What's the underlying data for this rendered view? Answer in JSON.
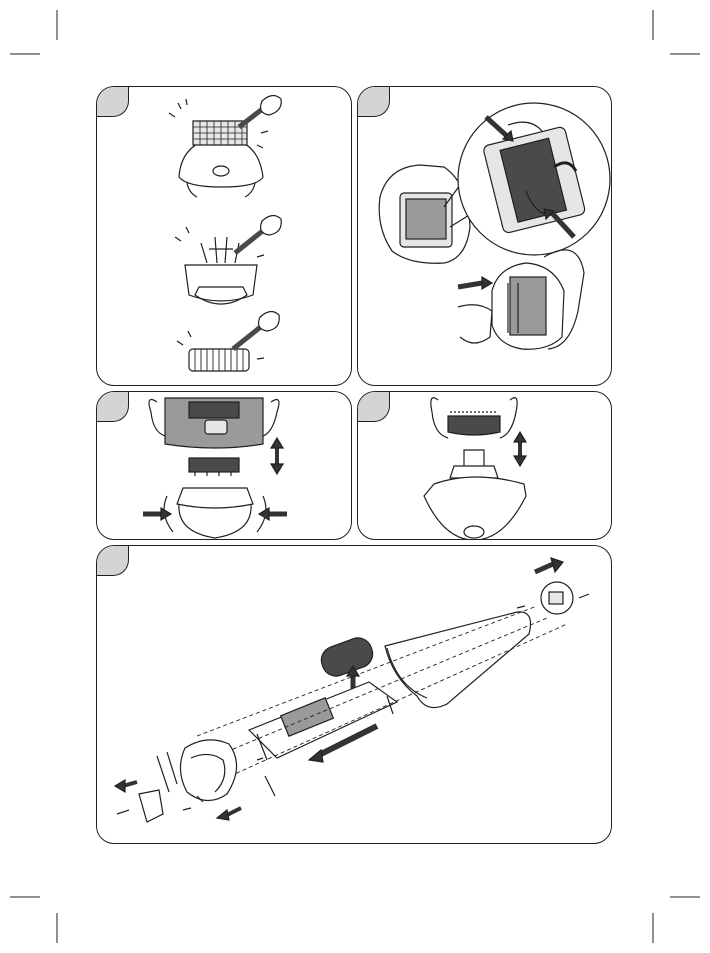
{
  "document": {
    "type": "illustrated-instruction-sheet",
    "panels": [
      {
        "id": "cleaning-brush",
        "steps": 3
      },
      {
        "id": "foil-frame-clean",
        "steps": 2
      },
      {
        "id": "foil-remove",
        "steps": 1
      },
      {
        "id": "trimmer-remove",
        "steps": 1
      },
      {
        "id": "disassembly",
        "steps": 1
      }
    ]
  },
  "colors": {
    "line": "#231f20",
    "tab": "#d4d4d4",
    "grey_fill": "#9a9a9a",
    "dark_fill": "#4a4a4a",
    "arrow": "#333333"
  },
  "icons": {
    "arrow": "arrow-icon",
    "double_arrow": "double-arrow-icon",
    "crop_mark": "crop-mark-icon"
  }
}
